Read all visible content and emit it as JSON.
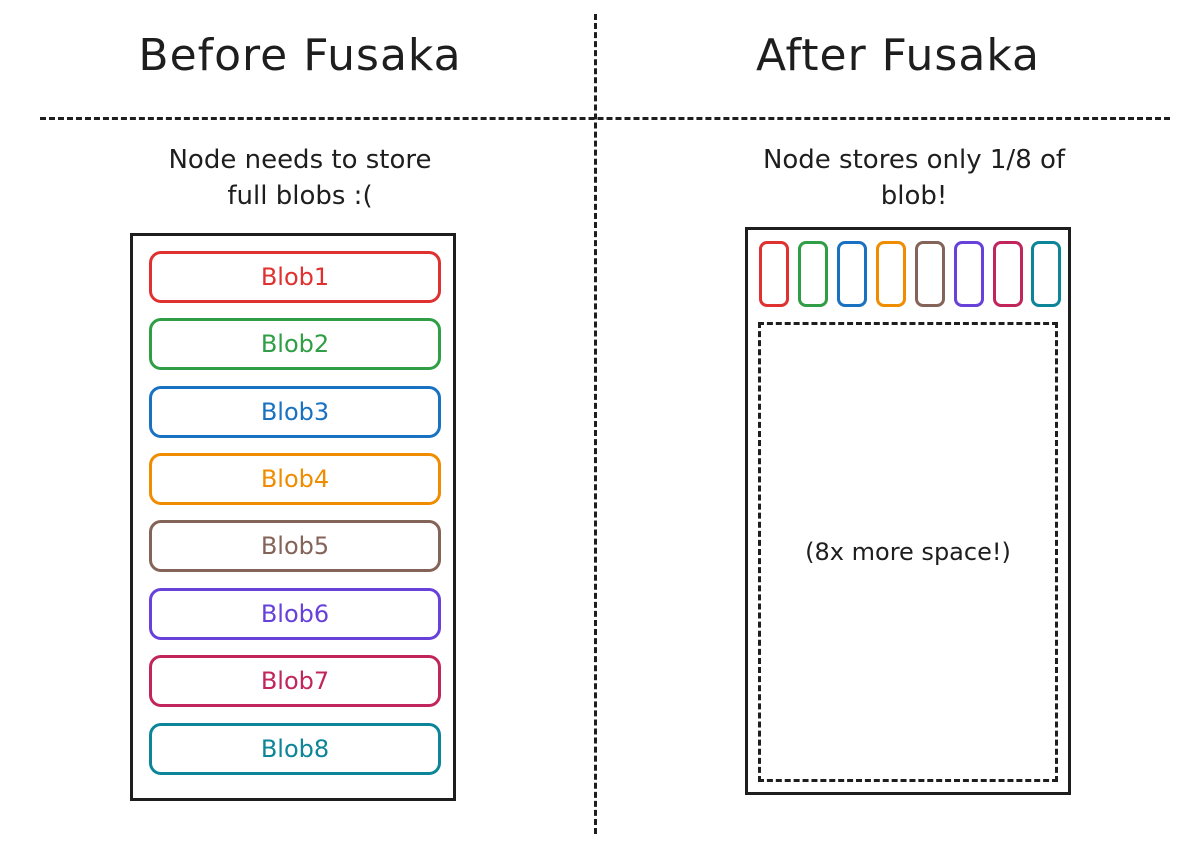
{
  "headers": {
    "before": "Before Fusaka",
    "after": "After Fusaka"
  },
  "subtitles": {
    "before_line1": "Node needs to store",
    "before_line2": "full blobs :(",
    "after_line1": "Node stores only 1/8 of",
    "after_line2": "blob!"
  },
  "blobs": [
    {
      "label": "Blob1",
      "color": "#e03131"
    },
    {
      "label": "Blob2",
      "color": "#2f9e44"
    },
    {
      "label": "Blob3",
      "color": "#1971c2"
    },
    {
      "label": "Blob4",
      "color": "#f08c00"
    },
    {
      "label": "Blob5",
      "color": "#846358"
    },
    {
      "label": "Blob6",
      "color": "#6741d9"
    },
    {
      "label": "Blob7",
      "color": "#c2255c"
    },
    {
      "label": "Blob8",
      "color": "#0c8599"
    }
  ],
  "free_space_label": "(8x more space!)"
}
